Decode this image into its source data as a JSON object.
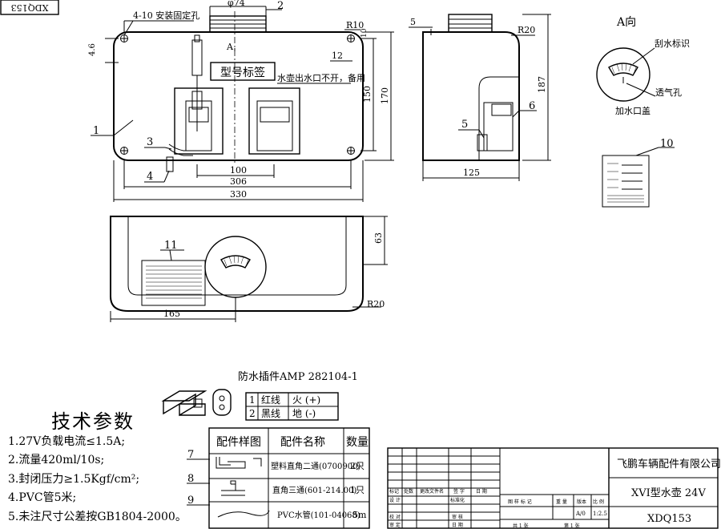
{
  "drawing_number_corner": "XDQ153",
  "main_view": {
    "labels": {
      "mount_hole": "4-10 安装固定孔",
      "model_label": "型号标签",
      "outlet_note": "水壶出水口不开，备用",
      "view_arrow": "A",
      "dim_phi74": "φ74",
      "dim_r10": "R10",
      "dim_10": "10",
      "dim_12": "12",
      "dim_150": "150",
      "dim_170": "170",
      "dim_4_6": "4.6",
      "dim_100": "100",
      "dim_306": "306",
      "dim_330": "330"
    },
    "callouts": [
      "1",
      "2",
      "3",
      "4"
    ]
  },
  "side_view": {
    "labels": {
      "dim_5": "5",
      "dim_r20": "R20",
      "dim_187": "187",
      "dim_125": "125"
    },
    "callouts": [
      "5",
      "6"
    ]
  },
  "top_view": {
    "labels": {
      "dim_63": "63",
      "dim_r20": "R20",
      "dim_165": "165"
    },
    "callouts": [
      "11"
    ]
  },
  "detail_a": {
    "title": "A向",
    "labels": {
      "wiper_mark": "刮水标识",
      "vent_hole": "透气孔",
      "filler_cap": "加水口盖"
    }
  },
  "label_plate": {
    "callout": "10"
  },
  "connector": {
    "title": "防水插件AMP 282104-1",
    "pins": [
      {
        "no": "1",
        "wire": "红线",
        "func": "火 (+)"
      },
      {
        "no": "2",
        "wire": "黑线",
        "func": "地 (-)"
      }
    ]
  },
  "tech_params": {
    "title": "技术参数",
    "items": [
      "1.27V负载电流≤1.5A;",
      "2.流量420ml/10s;",
      "3.封闭压力≥1.5Kgf/cm²;",
      "4.PVC管5米;",
      "5.未注尺寸公差按GB1804-2000。"
    ]
  },
  "parts_table": {
    "headers": [
      "配件样图",
      "配件名称",
      "数量"
    ],
    "rows": [
      {
        "callout": "7",
        "name": "塑料直角二通(0700900)",
        "qty": "2只"
      },
      {
        "callout": "8",
        "name": "直角三通(601-214.00)",
        "qty": "1只"
      },
      {
        "callout": "9",
        "name": "PVC水管(101-04068)",
        "qty": "5m"
      }
    ]
  },
  "title_block": {
    "company": "飞鹏车辆配件有限公司",
    "product": "XVI型水壶 24V",
    "drawing_no": "XDQ153",
    "scale_label": "比 例",
    "scale_value": "1:2.5",
    "small_headers": [
      "标记",
      "处数",
      "更改文件名",
      "签 字",
      "日 期"
    ],
    "design": "设 计",
    "standard": "标准化",
    "stage": "图 样 标 记",
    "weight": "重 量",
    "version": "版本",
    "version_value": "A/0",
    "check": "校 对",
    "review": "审 核",
    "approve": "审 定",
    "date": "日 期",
    "sheet_total": "共 1 张",
    "sheet_no": "第 1 张"
  },
  "colors": {
    "line": "#000000",
    "paper": "#ffffff"
  }
}
